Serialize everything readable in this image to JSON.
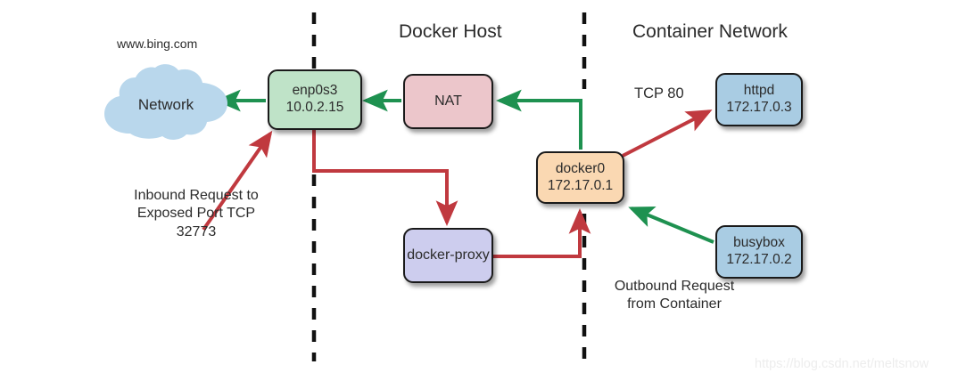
{
  "diagram": {
    "titles": {
      "docker_host": "Docker Host",
      "container_network": "Container Network"
    },
    "nodes": {
      "network_cloud": {
        "label": "Network"
      },
      "enp0s3": {
        "name": "enp0s3",
        "ip": "10.0.2.15"
      },
      "nat": {
        "name": "NAT"
      },
      "docker0": {
        "name": "docker0",
        "ip": "172.17.0.1"
      },
      "httpd": {
        "name": "httpd",
        "ip": "172.17.0.3"
      },
      "busybox": {
        "name": "busybox",
        "ip": "172.17.0.2"
      },
      "docker_proxy": {
        "name": "docker-proxy"
      }
    },
    "annotations": {
      "bing": "www.bing.com",
      "tcp80": "TCP 80",
      "inbound_request": "Inbound Request to Exposed Port TCP 32773",
      "outbound_request": "Outbound Request from Container"
    },
    "watermark": "https://blog.csdn.net/meltsnow",
    "colors": {
      "green_arrow": "#1e9150",
      "red_arrow": "#c0393f",
      "enp0s3_fill": "#bfe3c8",
      "nat_fill": "#ecc6cb",
      "docker0_fill": "#fad8b2",
      "container_fill": "#a9cce3",
      "proxy_fill": "#cdcdee",
      "cloud_fill": "#b9d7ec",
      "divider": "#111111"
    }
  }
}
